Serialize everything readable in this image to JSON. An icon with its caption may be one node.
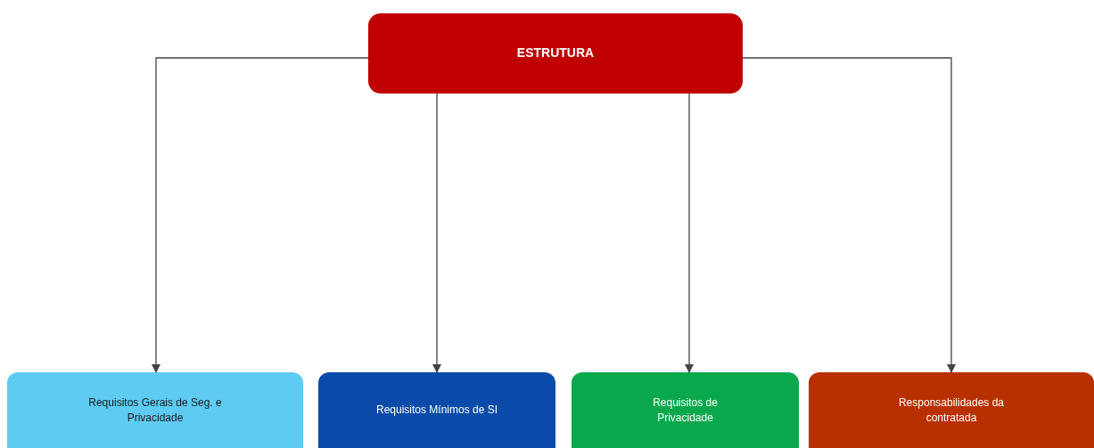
{
  "diagram": {
    "nodes": [
      {
        "text": [
          "ESTRUTURA"
        ]
      },
      {
        "text": [
          "Requisitos Gerais de Seg. e Privacidade"
        ]
      },
      {
        "text": [
          "Requisitos Mínimos de SI"
        ]
      },
      {
        "text": [
          "Requisitos de Privacidade"
        ]
      },
      {
        "text": [
          "Responsabilidades da contratada"
        ]
      }
    ],
    "edges": [
      {
        "from": 0,
        "to": 1,
        "arrow": "to"
      },
      {
        "from": 0,
        "to": 2,
        "arrow": "to"
      },
      {
        "from": 0,
        "to": 3,
        "arrow": "to"
      },
      {
        "from": 0,
        "to": 4,
        "arrow": "to"
      }
    ]
  }
}
